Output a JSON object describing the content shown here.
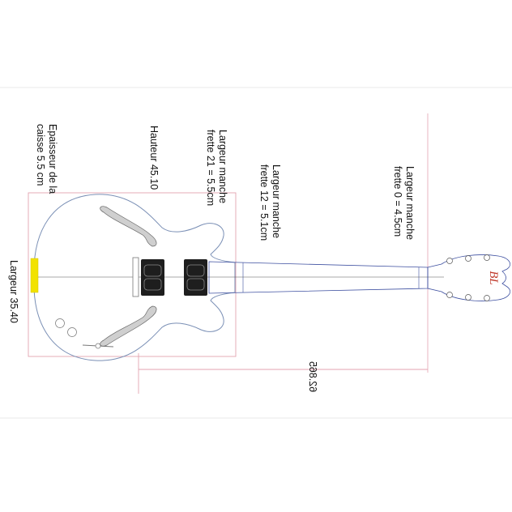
{
  "labels": {
    "thickness": {
      "line1": "Epaisseur de la",
      "line2": "caisse 5.5 cm"
    },
    "height": {
      "line1": "Hauteur 45.10"
    },
    "neck_fret21": {
      "line1": "Largeur manche",
      "line2": "frette 21 = 5.5cm"
    },
    "neck_fret12": {
      "line1": "Largeur manche",
      "line2": "frette 12 = 5.1cm"
    },
    "neck_fret0": {
      "line1": "Largeur manche",
      "line2": "frette 0 = 4.5cm"
    },
    "width": {
      "line1": "Largeur 35.40"
    },
    "length_dimension": "62.865"
  },
  "headstock_logo": "BL",
  "colors": {
    "body_outline": "#7a8fb5",
    "box_outline": "#e3a3b0",
    "neck_outline": "#3d4fa0",
    "thickness_marker": "#f2e200",
    "pickup_fill": "#1e1e1e",
    "logo": "#c0392b"
  }
}
